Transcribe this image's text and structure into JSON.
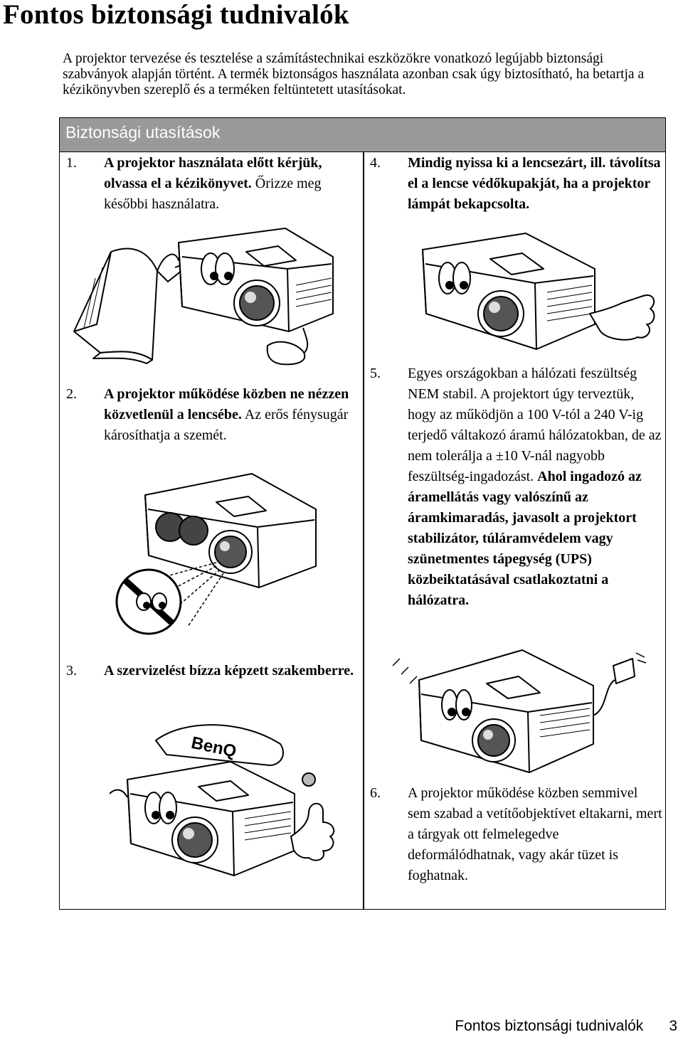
{
  "page": {
    "title": "Fontos biztonsági tudnivalók",
    "intro": "A projektor tervezése és tesztelése a számítástechnikai eszközökre vonatkozó legújabb biztonsági szabványok alapján történt. A termék biztonságos használata azonban csak úgy biztosítható, ha betartja a kézikönyvben szereplő és a terméken feltüntetett utasításokat."
  },
  "section": {
    "header": "Biztonsági utasítások",
    "items": [
      {
        "number": "1.",
        "bold": "A projektor használata előtt kérjük, olvassa el a kézikönyvet.",
        "normal": " Őrizze meg későbbi használatra."
      },
      {
        "number": "2.",
        "bold": "A projektor működése közben ne nézzen közvetlenül a lencsébe.",
        "normal": " Az erős fénysugár károsíthatja a szemét."
      },
      {
        "number": "3.",
        "bold": "A szervizelést bízza képzett szakemberre.",
        "normal": ""
      },
      {
        "number": "4.",
        "bold": "Mindig nyissa ki a lencsezárt, ill. távolítsa el a lencse védőkupakját, ha a projektor lámpát bekapcsolta.",
        "normal": ""
      },
      {
        "number": "5.",
        "normal": "Egyes országokban a hálózati feszültség NEM stabil. A projektort úgy terveztük, hogy az működjön a 100 V-tól a 240 V-ig terjedő váltakozó áramú hálózatokban, de az nem tolerálja a ±10 V-nál nagyobb feszültség-ingadozást. ",
        "bold": "Ahol ingadozó az áramellátás vagy valószínű az áramkimaradás, javasolt a projektort stabilizátor, túláramvédelem vagy szünetmentes tápegység (UPS) közbeiktatásával csatlakoztatni a hálózatra."
      },
      {
        "number": "6.",
        "normal": "A projektor működése közben semmivel sem szabad a vetítőobjektívet eltakarni, mert a tárgyak ott felmelegedve deformálódhatnak, vagy akár tüzet is foghatnak.",
        "bold": ""
      }
    ],
    "illustrations": {
      "one": "book-projector-icon",
      "two": "no-look-lens-icon",
      "three": "benq-cap-projector-icon",
      "four": "thumbs-up-projector-icon",
      "five": "power-plug-projector-icon"
    },
    "hat_logo": "BenQ"
  },
  "footer": {
    "label": "Fontos biztonsági tudnivalók",
    "page_number": "3"
  }
}
